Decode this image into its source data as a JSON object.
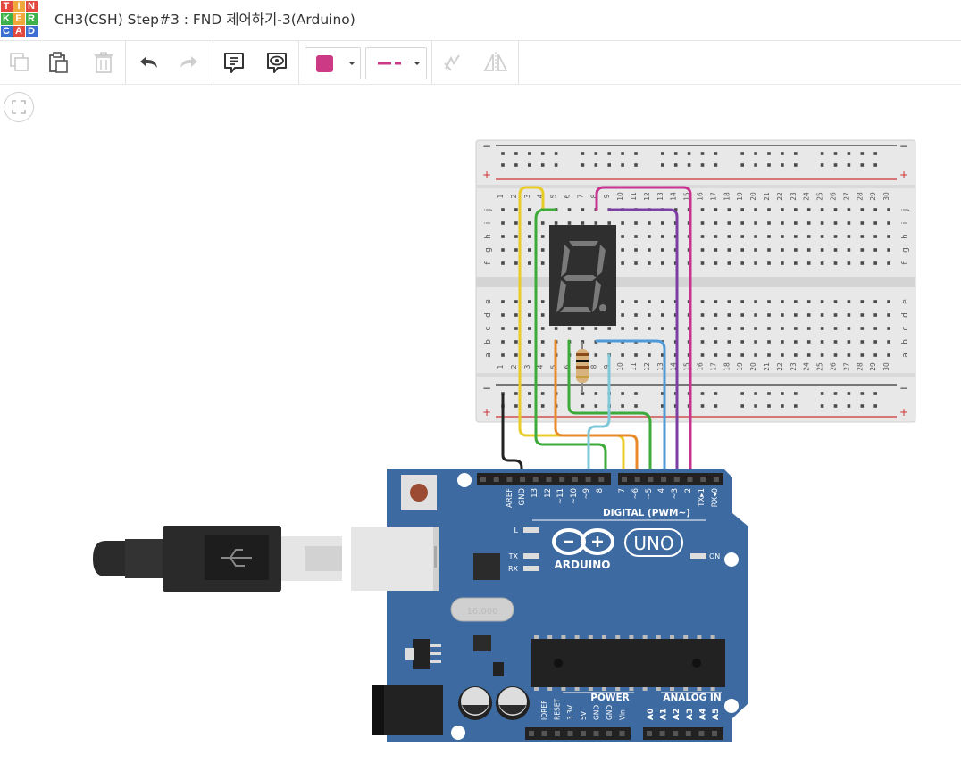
{
  "logo": {
    "letters": [
      "T",
      "I",
      "N",
      "K",
      "E",
      "R",
      "C",
      "A",
      "D"
    ],
    "colors": [
      "#e2483d",
      "#f0a83a",
      "#e2483d",
      "#3db24b",
      "#f0a83a",
      "#3db24b",
      "#3b6fd1",
      "#e2483d",
      "#3b6fd1"
    ]
  },
  "app": {
    "title": "CH3(CSH) Step#3 : FND 제어하기-3(Arduino)"
  },
  "toolbar": {
    "buttons": [
      "copy-icon",
      "paste-icon",
      "delete-icon",
      "undo-icon",
      "redo-icon",
      "note-icon",
      "notes-visibility-icon",
      "rotate-icon",
      "mirror-icon"
    ],
    "wire_color": "#cc3a86",
    "wire_type": "line-style-icon"
  },
  "breadboard": {
    "row_letters_top": [
      "j",
      "i",
      "h",
      "g",
      "f"
    ],
    "row_letters_bottom": [
      "e",
      "d",
      "c",
      "b",
      "a"
    ],
    "columns": [
      "1",
      "2",
      "3",
      "4",
      "5",
      "6",
      "7",
      "8",
      "9",
      "10",
      "11",
      "12",
      "13",
      "14",
      "15",
      "16",
      "17",
      "18",
      "19",
      "20",
      "21",
      "22",
      "23",
      "24",
      "25",
      "26",
      "27",
      "28",
      "29",
      "30"
    ],
    "rail_minus": "−",
    "rail_plus": "+"
  },
  "display": {
    "digit": "8"
  },
  "arduino": {
    "brand": "ARDUINO",
    "model": "UNO",
    "digital_label": "DIGITAL (PWM~)",
    "digital_pins": [
      "AREF",
      "GND",
      "13",
      "12",
      "~11",
      "~10",
      "~9",
      "8",
      "7",
      "~6",
      "~5",
      "4",
      "~3",
      "2",
      "TX▸1",
      "RX◂0"
    ],
    "leds": [
      "L",
      "TX",
      "RX"
    ],
    "on_label": "ON",
    "crystal": "16.000",
    "power_label": "POWER",
    "power_pins": [
      "IOREF",
      "RESET",
      "3.3V",
      "5V",
      "GND",
      "GND",
      "Vin"
    ],
    "analog_label": "ANALOG IN",
    "analog_pins": [
      "A0",
      "A1",
      "A2",
      "A3",
      "A4",
      "A5"
    ]
  }
}
